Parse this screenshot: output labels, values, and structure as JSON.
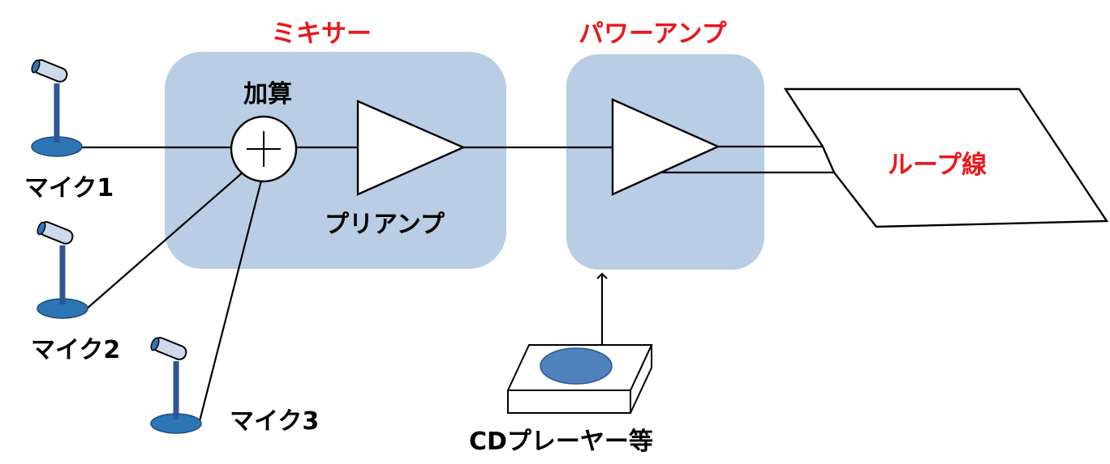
{
  "mixer": {
    "title": "ミキサー",
    "sum_label": "加算",
    "preamp_label": "プリアンプ"
  },
  "power_amp": {
    "title": "パワーアンプ"
  },
  "loop": {
    "label": "ループ線"
  },
  "mics": [
    {
      "label": "マイク1"
    },
    {
      "label": "マイク2"
    },
    {
      "label": "マイク3"
    }
  ],
  "source": {
    "label": "CDプレーヤー等"
  },
  "colors": {
    "box_fill": "#b9cde4",
    "title_red": "#e8191c",
    "mic_blue": "#2e75b6",
    "mic_body": "#cfd9ea",
    "disc_blue": "#4f81bd"
  }
}
